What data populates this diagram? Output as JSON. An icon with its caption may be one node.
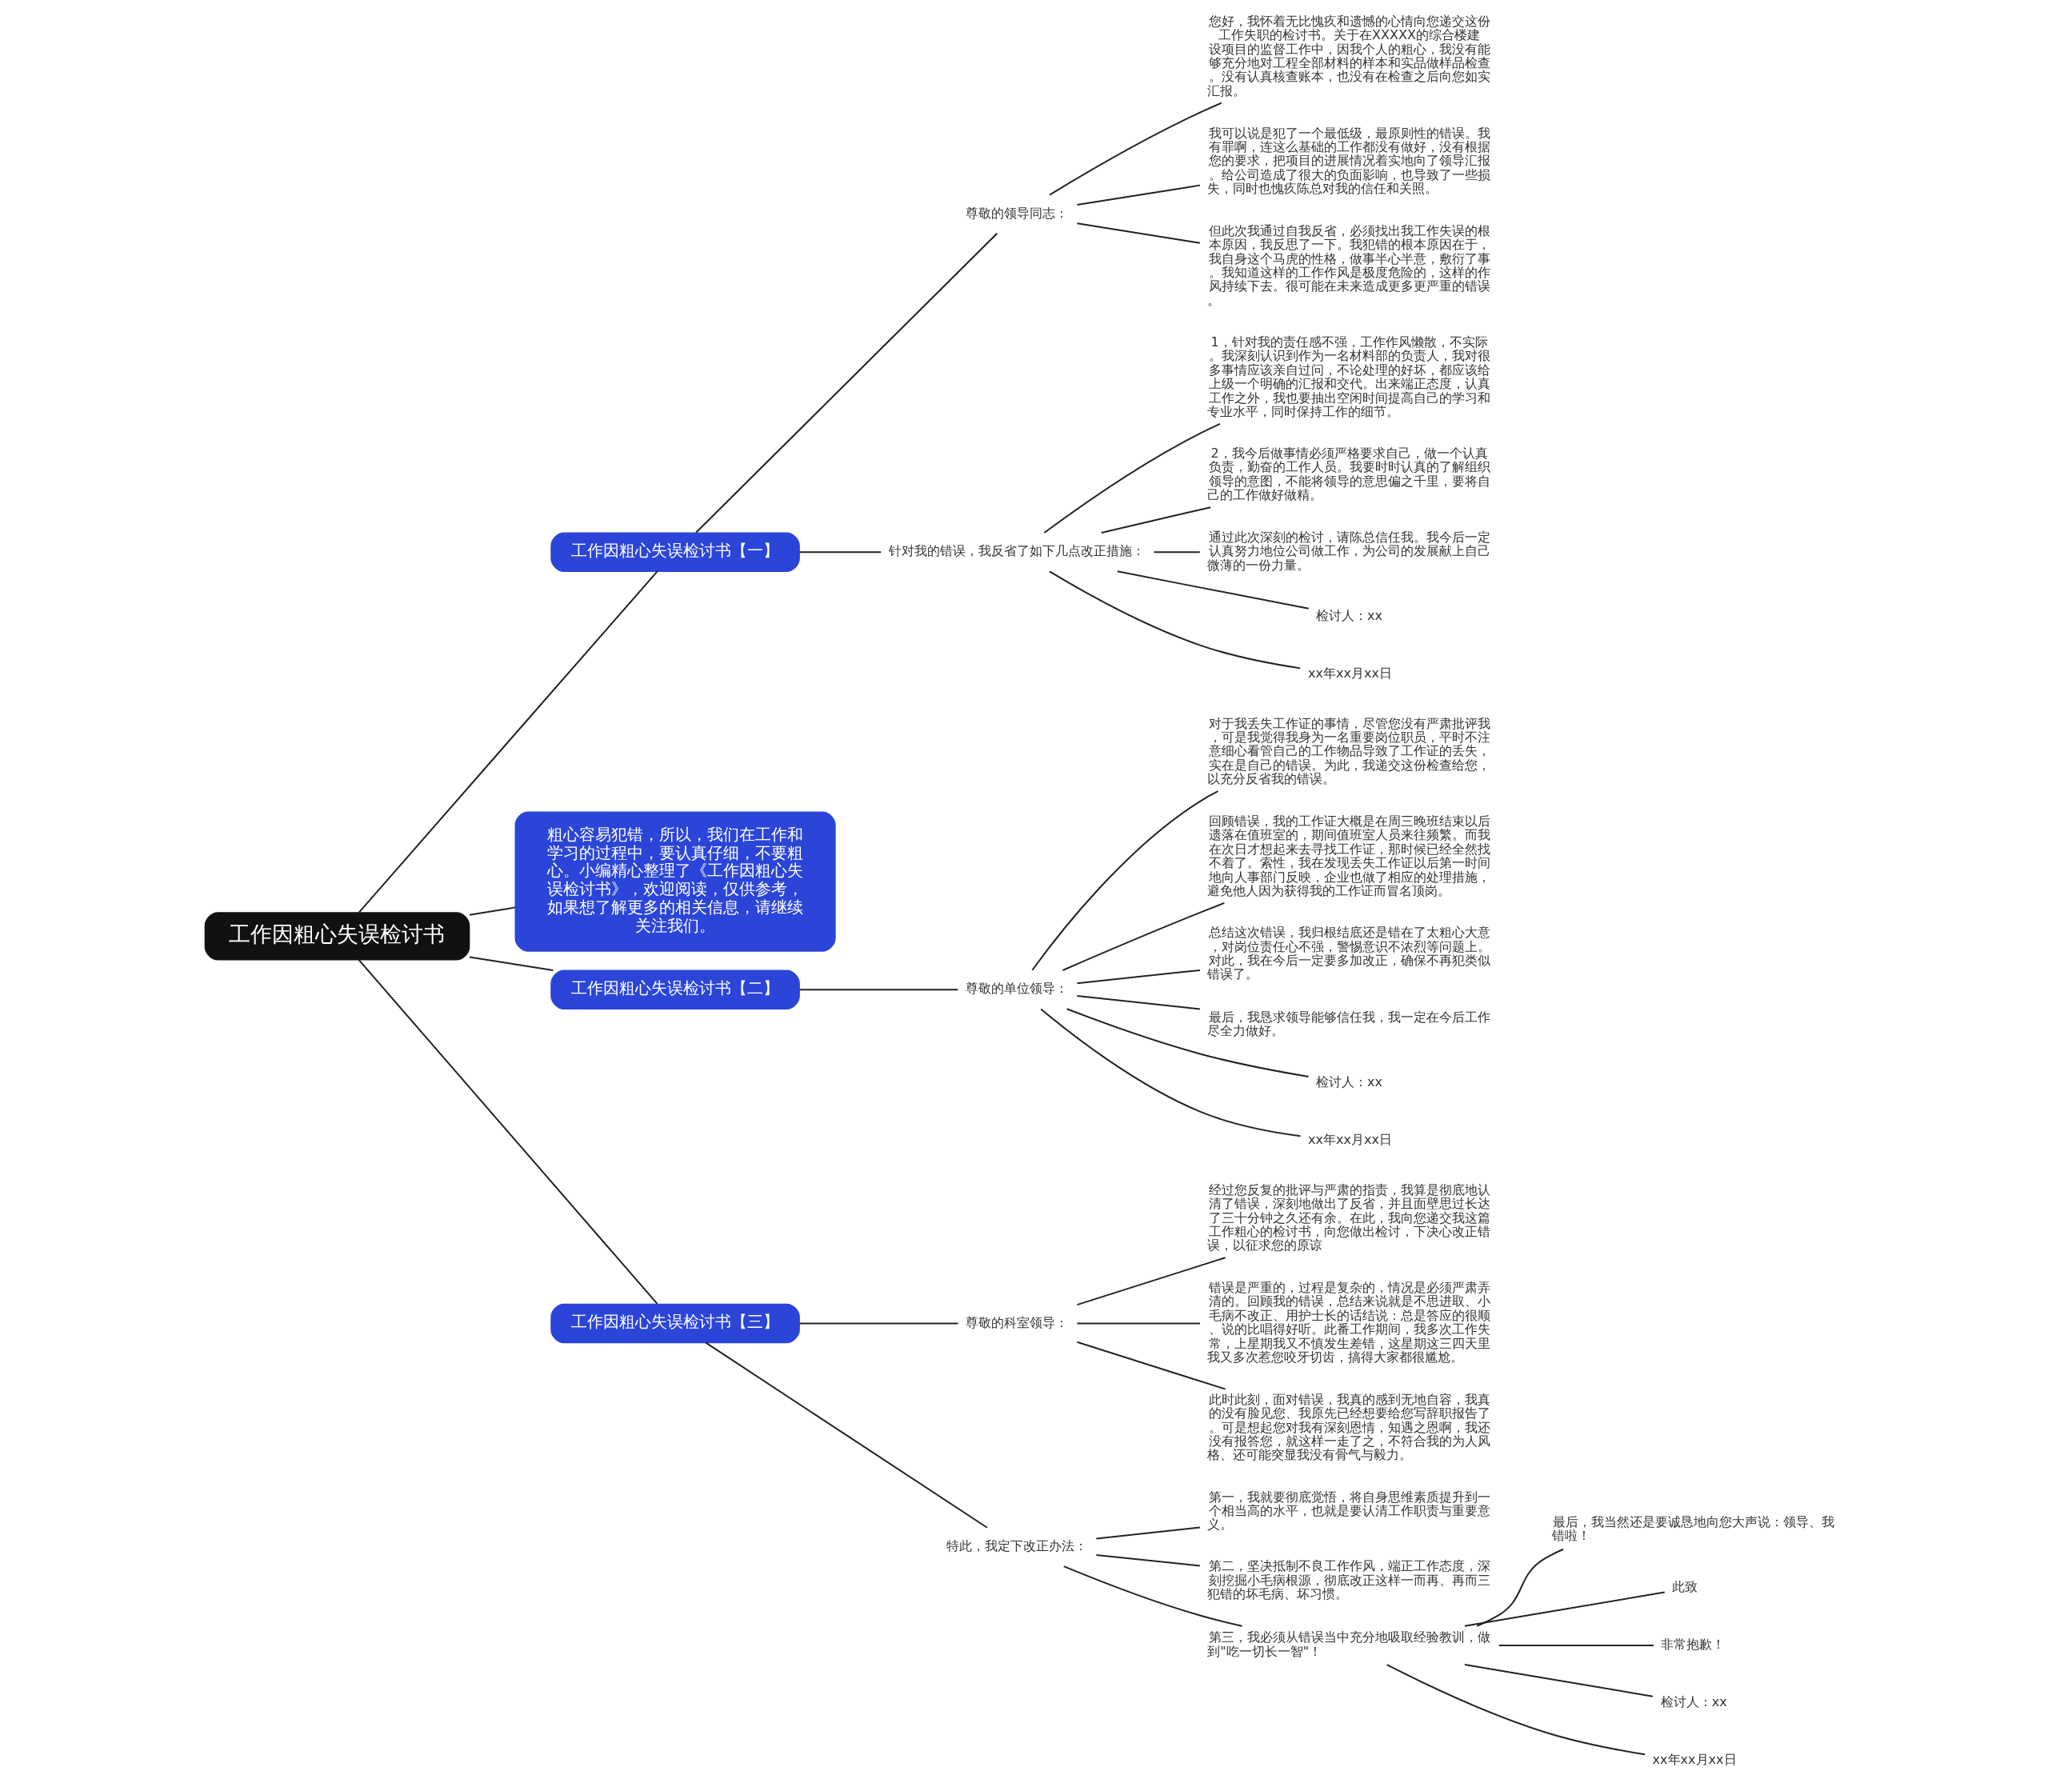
{
  "diagram": {
    "nodes": [
      {
        "text": [
          "工作因粗心失误检讨书"
        ]
      },
      {
        "text": [
          "工作因粗心失误检讨书【一】"
        ]
      },
      {
        "text": [
          "尊敬的领导同志："
        ]
      },
      {
        "text": [
          "您好，我怀着无比愧疚和遗憾的心情向您递交这份工作失职的检讨书。关于在XXXXX的综合楼建设项目的监督工作中，因我个人的粗心，我没有能够充分地对工程全部材料的样本和实品做样品检查。没有认真核查账本，也没有在检查之后向您如实汇报。"
        ]
      },
      {
        "text": [
          "我可以说是犯了一个最低级，最原则性的错误。我有罪啊，连这么基础的工作都没有做好，没有根据您的要求，把项目的进展情况着实地向了领导汇报。给公司造成了很大的负面影响，也导致了一些损失，同时也愧疚陈总对我的信任和关照。"
        ]
      },
      {
        "text": [
          "但此次我通过自我反省，必须找出我工作失误的根本原因，我反思了一下。我犯错的根本原因在于，我自身这个马虎的性格，做事半心半意，敷衍了事。我知道这样的工作作风是极度危险的，这样的作风持续下去。很可能在未来造成更多更严重的错误。"
        ]
      },
      {
        "text": [
          "针对我的错误，我反省了如下几点改正措施："
        ]
      },
      {
        "text": [
          "1，针对我的责任感不强，工作作风懒散，不实际。我深刻认识到作为一名材料部的负责人，我对很多事情应该亲自过问，不论处理的好坏，都应该给上级一个明确的汇报和交代。出来端正态度，认真工作之外，我也要抽出空闲时间提高自己的学习和专业水平，同时保持工作的细节。"
        ]
      },
      {
        "text": [
          "2，我今后做事情必须严格要求自己，做一个认真负责，勤奋的工作人员。我要时时认真的了解组织领导的意图，不能将领导的意思偏之千里，要将自己的工作做好做精。"
        ]
      },
      {
        "text": [
          "通过此次深刻的检讨，请陈总信任我。我今后一定认真努力地位公司做工作，为公司的发展献上自己微薄的一份力量。"
        ]
      },
      {
        "text": [
          "检讨人：xx"
        ]
      },
      {
        "text": [
          "xx年xx月xx日"
        ]
      },
      {
        "text": [
          "粗心容易犯错，所以，我们在工作和学习的过程中，要认真仔细，不要粗心。小编精心整理了《工作因粗心失误检讨书》，欢迎阅读，仅供参考，如果想了解更多的相关信息，请继续关注我们。"
        ]
      },
      {
        "text": [
          "工作因粗心失误检讨书【二】"
        ]
      },
      {
        "text": [
          "尊敬的单位领导："
        ]
      },
      {
        "text": [
          "对于我丢失工作证的事情，尽管您没有严肃批评我，可是我觉得我身为一名重要岗位职员，平时不注意细心看管自己的工作物品导致了工作证的丢失，实在是自己的错误。为此，我递交这份检查给您，以充分反省我的错误。"
        ]
      },
      {
        "text": [
          "回顾错误，我的工作证大概是在周三晚班结束以后遗落在值班室的，期间值班室人员来往频繁。而我在次日才想起来去寻找工作证，那时候已经全然找不着了。索性，我在发现丢失工作证以后第一时间地向人事部门反映，企业也做了相应的处理措施，避免他人因为获得我的工作证而冒名顶岗。"
        ]
      },
      {
        "text": [
          "总结这次错误，我归根结底还是错在了太粗心大意，对岗位责任心不强，警惕意识不浓烈等问题上。对此，我在今后一定要多加改正，确保不再犯类似错误了。"
        ]
      },
      {
        "text": [
          "最后，我恳求领导能够信任我，我一定在今后工作尽全力做好。"
        ]
      },
      {
        "text": [
          "检讨人：xx"
        ]
      },
      {
        "text": [
          "xx年xx月xx日"
        ]
      },
      {
        "text": [
          "工作因粗心失误检讨书【三】"
        ]
      },
      {
        "text": [
          "尊敬的科室领导："
        ]
      },
      {
        "text": [
          "经过您反复的批评与严肃的指责，我算是彻底地认清了错误，深刻地做出了反省，并且面壁思过长达了三十分钟之久还有余。在此，我向您递交我这篇工作粗心的检讨书，向您做出检讨，下决心改正错误，以征求您的原谅"
        ]
      },
      {
        "text": [
          "错误是严重的，过程是复杂的，情况是必须严肃弄清的。回顾我的错误，总结来说就是不思进取、小毛病不改正、用护士长的话结说：总是答应的很顺、说的比唱得好听。此番工作期间，我多次工作失常，上星期我又不慎发生差错，这星期这三四天里我又多次惹您咬牙切齿，搞得大家都很尴尬。"
        ]
      },
      {
        "text": [
          "此时此刻，面对错误，我真的感到无地自容，我真的没有脸见您、我原先已经想要给您写辞职报告了。可是想起您对我有深刻恩情，知遇之恩啊，我还没有报答您，就这样一走了之，不符合我的为人风格、还可能突显我没有骨气与毅力。"
        ]
      },
      {
        "text": [
          "特此，我定下改正办法："
        ]
      },
      {
        "text": [
          "第一，我就要彻底觉悟，将自身思维素质提升到一个相当高的水平，也就是要认清工作职责与重要意义。"
        ]
      },
      {
        "text": [
          "第二，坚决抵制不良工作作风，端正工作态度，深刻挖掘小毛病根源，彻底改正这样一而再、再而三犯错的坏毛病、坏习惯。"
        ]
      },
      {
        "text": [
          "第三，我必须从错误当中充分地吸取经验教训，做到\"吃一切长一智\"！"
        ]
      },
      {
        "text": [
          "最后，我当然还是要诚恳地向您大声说：领导、我错啦！"
        ]
      },
      {
        "text": [
          "此致"
        ]
      },
      {
        "text": [
          "非常抱歉！"
        ]
      },
      {
        "text": [
          "检讨人：xx"
        ]
      },
      {
        "text": [
          "xx年xx月xx日"
        ]
      }
    ],
    "edges": [
      {
        "from": 0,
        "to": 1,
        "arrow": "none"
      },
      {
        "from": 1,
        "to": 2,
        "arrow": "none"
      },
      {
        "from": 2,
        "to": 3,
        "arrow": "none"
      },
      {
        "from": 2,
        "to": 4,
        "arrow": "none"
      },
      {
        "from": 2,
        "to": 5,
        "arrow": "none"
      },
      {
        "from": 1,
        "to": 6,
        "arrow": "none"
      },
      {
        "from": 6,
        "to": 7,
        "arrow": "none"
      },
      {
        "from": 6,
        "to": 8,
        "arrow": "none"
      },
      {
        "from": 6,
        "to": 9,
        "arrow": "none"
      },
      {
        "from": 6,
        "to": 10,
        "arrow": "none"
      },
      {
        "from": 6,
        "to": 11,
        "arrow": "none"
      },
      {
        "from": 0,
        "to": 12,
        "arrow": "none"
      },
      {
        "from": 0,
        "to": 13,
        "arrow": "none"
      },
      {
        "from": 13,
        "to": 14,
        "arrow": "none"
      },
      {
        "from": 14,
        "to": 15,
        "arrow": "none"
      },
      {
        "from": 14,
        "to": 16,
        "arrow": "none"
      },
      {
        "from": 14,
        "to": 17,
        "arrow": "none"
      },
      {
        "from": 14,
        "to": 18,
        "arrow": "none"
      },
      {
        "from": 14,
        "to": 19,
        "arrow": "none"
      },
      {
        "from": 14,
        "to": 20,
        "arrow": "none"
      },
      {
        "from": 0,
        "to": 21,
        "arrow": "none"
      },
      {
        "from": 21,
        "to": 22,
        "arrow": "none"
      },
      {
        "from": 22,
        "to": 23,
        "arrow": "none"
      },
      {
        "from": 22,
        "to": 24,
        "arrow": "none"
      },
      {
        "from": 22,
        "to": 25,
        "arrow": "none"
      },
      {
        "from": 21,
        "to": 26,
        "arrow": "none"
      },
      {
        "from": 26,
        "to": 27,
        "arrow": "none"
      },
      {
        "from": 26,
        "to": 28,
        "arrow": "none"
      },
      {
        "from": 26,
        "to": 29,
        "arrow": "none"
      },
      {
        "from": 29,
        "to": 30,
        "arrow": "none"
      },
      {
        "from": 29,
        "to": 31,
        "arrow": "none"
      },
      {
        "from": 29,
        "to": 32,
        "arrow": "none"
      },
      {
        "from": 29,
        "to": 33,
        "arrow": "none"
      },
      {
        "from": 29,
        "to": 34,
        "arrow": "none"
      }
    ]
  }
}
